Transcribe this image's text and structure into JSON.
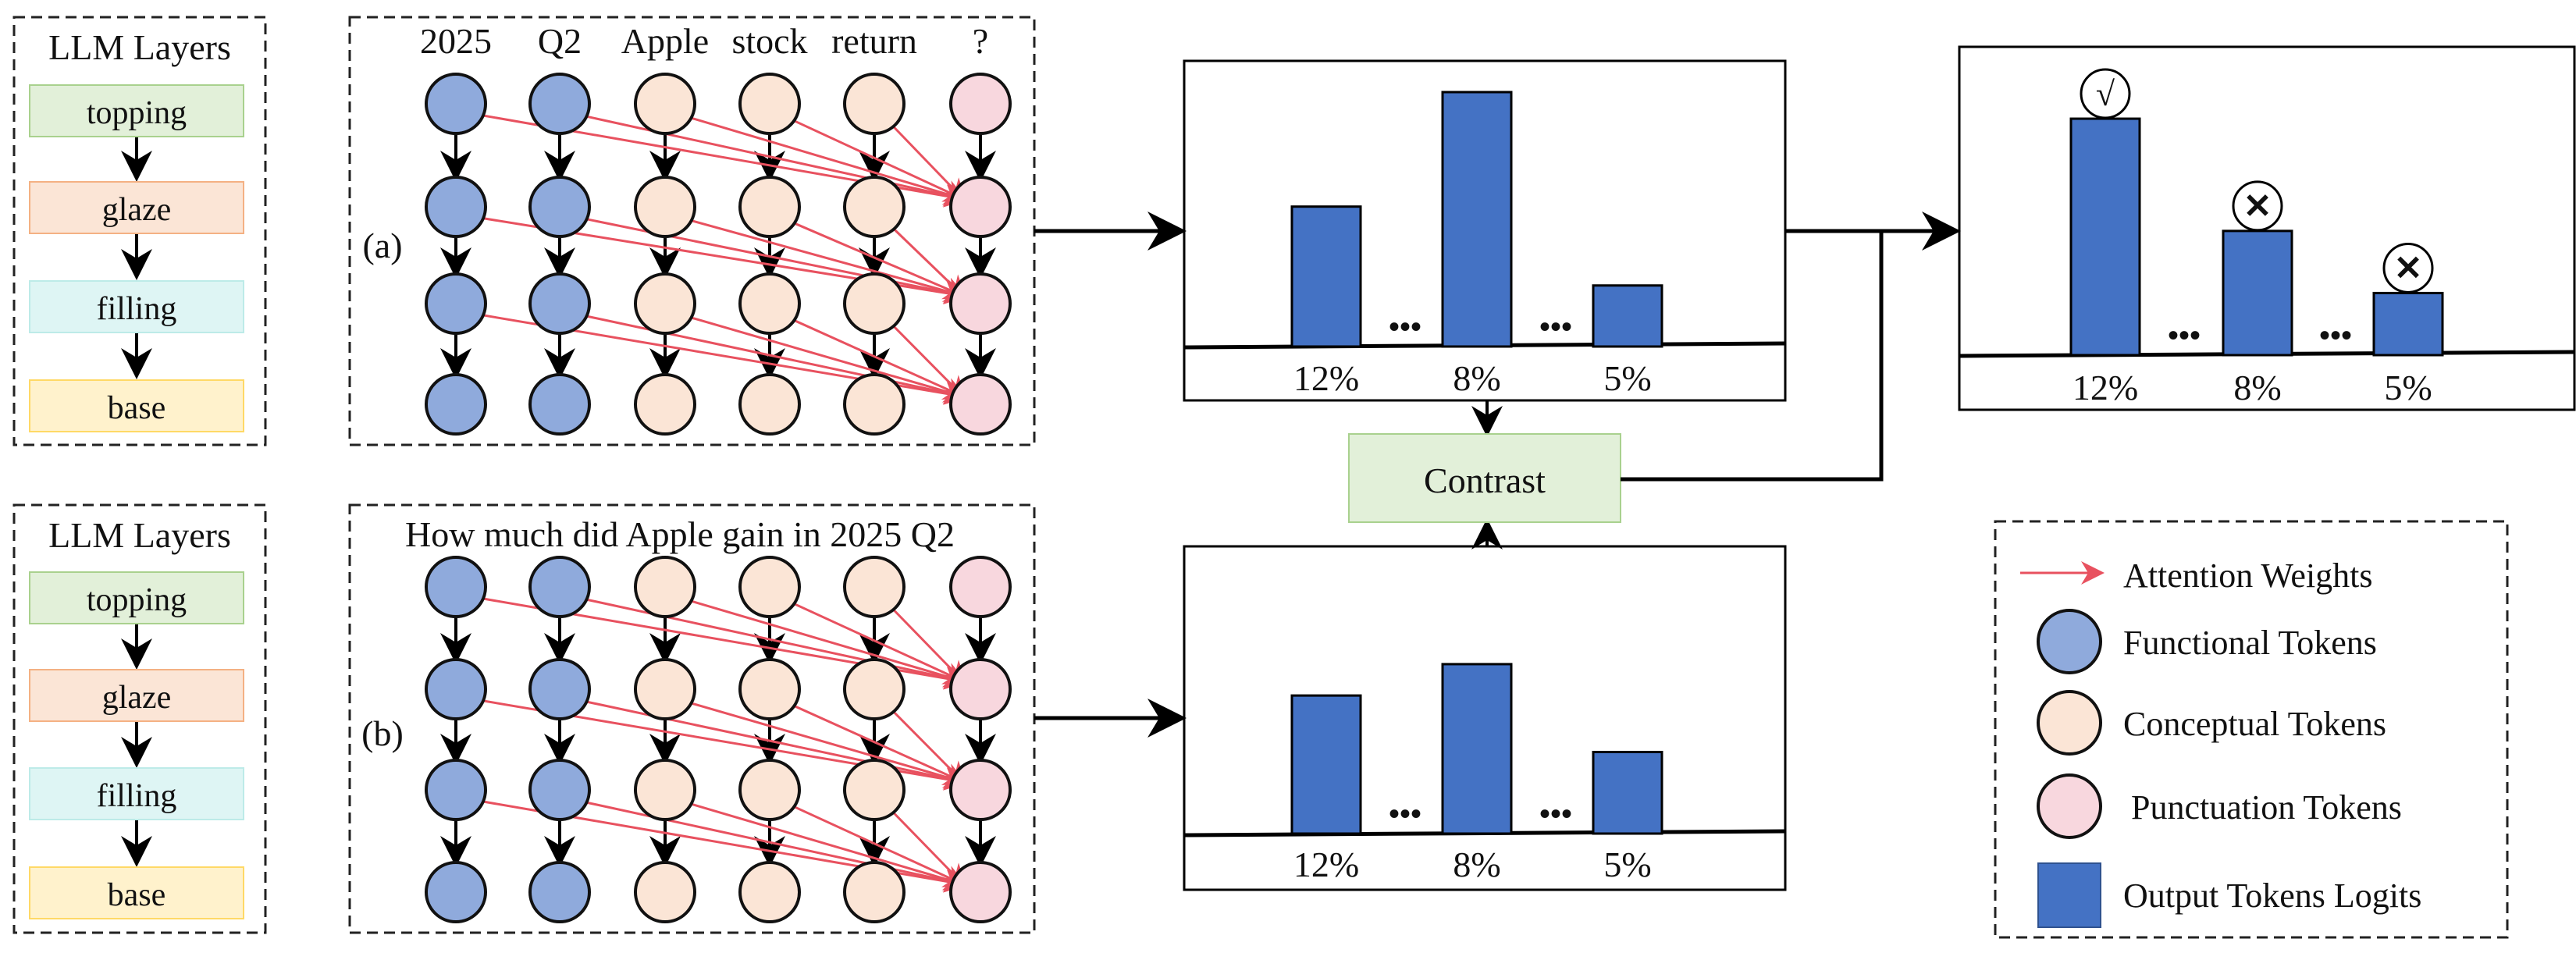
{
  "colors": {
    "functional": "#8FAADC",
    "conceptual": "#FBE5D6",
    "punctuation": "#F8D7DE",
    "logit_bar": "#4472C4",
    "attention": "#E8515F",
    "topping": "#E2F0D9",
    "glaze": "#FBE5D6",
    "filling": "#DEF5F4",
    "base": "#FFF2CC",
    "check": "#3CB371",
    "cross": "#E03C4B"
  },
  "layers_panel_a": {
    "title": "LLM Layers",
    "items": [
      "topping",
      "glaze",
      "filling",
      "base"
    ]
  },
  "layers_panel_b": {
    "title": "LLM Layers",
    "items": [
      "topping",
      "glaze",
      "filling",
      "base"
    ]
  },
  "token_panel_a": {
    "label": "(a)",
    "tokens": [
      "2025",
      "Q2",
      "Apple",
      "stock",
      "return",
      "?"
    ],
    "token_types": [
      "functional",
      "functional",
      "conceptual",
      "conceptual",
      "conceptual",
      "punctuation"
    ]
  },
  "token_panel_b": {
    "label": "(b)",
    "sentence": "How much did Apple gain in 2025 Q2",
    "token_types": [
      "functional",
      "functional",
      "conceptual",
      "conceptual",
      "conceptual",
      "punctuation"
    ]
  },
  "logits_a": {
    "values": [
      0.55,
      1.0,
      0.24
    ],
    "labels": [
      "12%",
      "8%",
      "5%"
    ],
    "ellipsis": "•••"
  },
  "logits_b": {
    "values": [
      0.66,
      0.81,
      0.39
    ],
    "labels": [
      "12%",
      "8%",
      "5%"
    ],
    "ellipsis": "•••"
  },
  "contrast": {
    "label": "Contrast"
  },
  "result": {
    "values": [
      0.99,
      0.52,
      0.26
    ],
    "labels": [
      "12%",
      "8%",
      "5%"
    ],
    "marks": [
      "check",
      "cross",
      "cross"
    ],
    "check_glyph": "√",
    "cross_glyph": "✕",
    "ellipsis": "•••"
  },
  "legend": {
    "items": [
      {
        "kind": "arrow",
        "label": "Attention Weights"
      },
      {
        "kind": "functional",
        "label": "Functional Tokens"
      },
      {
        "kind": "conceptual",
        "label": "Conceptual Tokens"
      },
      {
        "kind": "punctuation",
        "label": "Punctuation Tokens"
      },
      {
        "kind": "logit",
        "label": "Output Tokens Logits"
      }
    ]
  }
}
